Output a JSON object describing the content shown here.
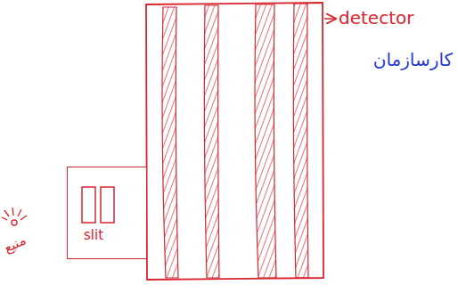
{
  "diagram": {
    "nodes": [
      {
        "text": [
          "slit"
        ]
      }
    ],
    "labels": [
      "detector",
      "منبع",
      "کارسازمان"
    ]
  }
}
